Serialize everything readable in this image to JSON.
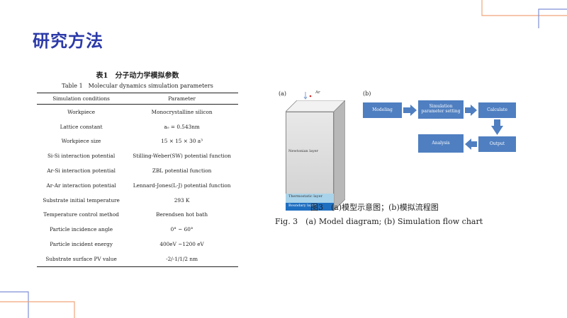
{
  "slide": {
    "title": "研究方法"
  },
  "table": {
    "caption_cn": "表1　分子动力学模拟参数",
    "caption_en": "Table 1　Molecular dynamics simulation parameters",
    "headers": [
      "Simulation conditions",
      "Parameter"
    ],
    "rows": [
      [
        "Workpiece",
        "Monocrystalline silicon"
      ],
      [
        "Lattice constant",
        "a₀ = 0.543nm"
      ],
      [
        "Workpiece size",
        "15 × 15 × 30 a³"
      ],
      [
        "Si-Si interaction potential",
        "Stilling-Weber(SW) potential function"
      ],
      [
        "Ar-Si interaction potential",
        "ZBL potential function"
      ],
      [
        "Ar-Ar interaction potential",
        "Lennard-Jones(L-J) potential function"
      ],
      [
        "Substrate initial temperature",
        "293 K"
      ],
      [
        "Temperature control method",
        "Berendsen hot bath"
      ],
      [
        "Particle incidence angle",
        "0° ~ 60°"
      ],
      [
        "Particle incident energy",
        "400eV ~1200 eV"
      ],
      [
        "Substrate surface PV value",
        "-2/-1/1/2 nm"
      ]
    ]
  },
  "figure": {
    "panel_a": "(a)",
    "panel_b": "(b)",
    "particle_label": "Ar",
    "layers": [
      "Newtonian layer",
      "Thermostatic layer",
      "Boundary layer"
    ],
    "flow": {
      "modeling": "Modeling",
      "sim_setting": "Simulation parameter setting",
      "calculate": "Calculate",
      "output": "Output",
      "analysis": "Analysis"
    },
    "caption_cn": "图3　(a)模型示意图；(b)模拟流程图",
    "caption_en": "Fig. 3　(a) Model diagram; (b) Simulation flow chart"
  },
  "colors": {
    "title": "#2b3aa8",
    "accent_orange": "#f0a57a",
    "accent_blue": "#7f8fd6",
    "flow_box": "#4f7fc1"
  }
}
